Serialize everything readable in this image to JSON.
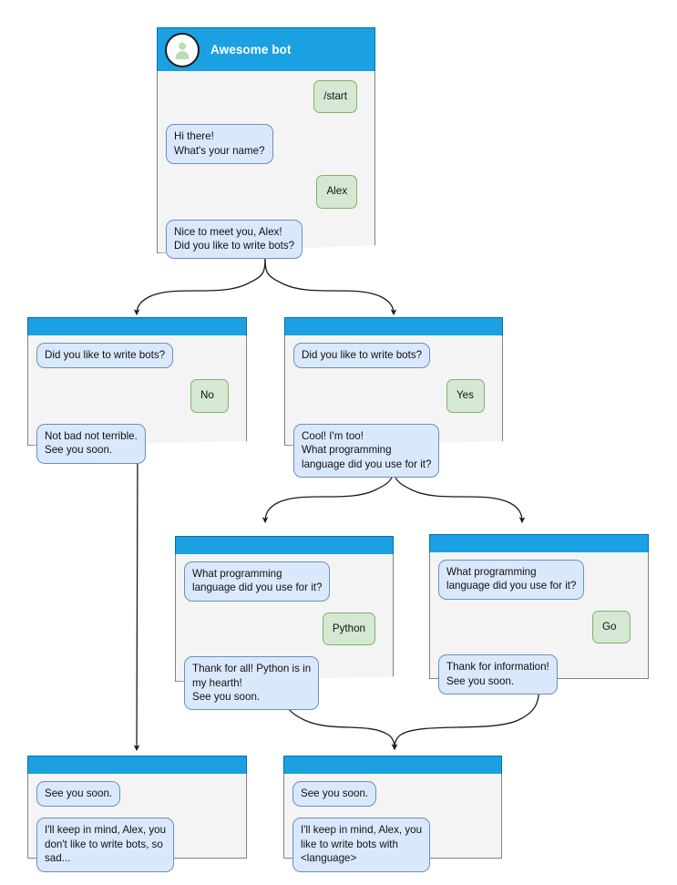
{
  "diagram": {
    "title": "Awesome bot chatbot conversation flow",
    "type": "flowchart",
    "colors": {
      "header_blue": "#1ba1e2",
      "header_border": "#006eaf",
      "node_background": "#f4f4f4",
      "node_border": "#828282",
      "bot_bubble_fill": "#dae8fc",
      "bot_bubble_border": "#6c8ebf",
      "user_bubble_fill": "#d5e8d4",
      "user_bubble_border": "#82b366",
      "avatar_figure": "#b9dcb4",
      "edge_color": "#1b1b1b",
      "canvas_background": "#ffffff"
    }
  },
  "nodes": {
    "root": {
      "id": "root",
      "header_title": "Awesome bot",
      "avatar_icon": "user-avatar-icon",
      "messages": [
        {
          "side": "user",
          "text": "/start"
        },
        {
          "side": "bot",
          "text": "Hi there!\nWhat's your name?"
        },
        {
          "side": "user",
          "text": "Alex"
        },
        {
          "side": "bot",
          "text": "Nice to meet you, Alex!\nDid you like to write bots?"
        }
      ]
    },
    "no_branch": {
      "id": "no-branch",
      "messages": [
        {
          "side": "prompt",
          "text": "Did you like to write bots?"
        },
        {
          "side": "user",
          "text": "No"
        },
        {
          "side": "bot",
          "text": "Not bad not terrible.\nSee you soon."
        }
      ]
    },
    "yes_branch": {
      "id": "yes-branch",
      "messages": [
        {
          "side": "prompt",
          "text": "Did you like to write bots?"
        },
        {
          "side": "user",
          "text": "Yes"
        },
        {
          "side": "bot",
          "text": "Cool! I'm too!\nWhat programming\nlanguage did you use for it?"
        }
      ]
    },
    "python_branch": {
      "id": "python-branch",
      "messages": [
        {
          "side": "prompt",
          "text": "What programming\nlanguage did you use for it?"
        },
        {
          "side": "user",
          "text": "Python"
        },
        {
          "side": "bot",
          "text": "Thank for all! Python is in\nmy hearth!\nSee you soon."
        }
      ]
    },
    "go_branch": {
      "id": "go-branch",
      "messages": [
        {
          "side": "prompt",
          "text": "What programming\nlanguage did you use for it?"
        },
        {
          "side": "user",
          "text": "Go"
        },
        {
          "side": "bot",
          "text": "Thank for information!\nSee you soon."
        }
      ]
    },
    "end_no": {
      "id": "end-no",
      "messages": [
        {
          "side": "prompt",
          "text": "See you soon."
        },
        {
          "side": "bot",
          "text": "I'll keep in mind, Alex, you\ndon't like to write bots, so\nsad..."
        }
      ]
    },
    "end_yes": {
      "id": "end-yes",
      "messages": [
        {
          "side": "prompt",
          "text": "See you soon."
        },
        {
          "side": "bot",
          "text": "I'll keep in mind, Alex, you\nlike to write bots with\n<language>"
        }
      ]
    }
  },
  "edges": [
    {
      "from": "root",
      "to": "no-branch",
      "style": "curved-split-left"
    },
    {
      "from": "root",
      "to": "yes-branch",
      "style": "curved-split-right"
    },
    {
      "from": "no-branch",
      "to": "end-no",
      "style": "straight-vertical"
    },
    {
      "from": "yes-branch",
      "to": "python-branch",
      "style": "curved-split-left"
    },
    {
      "from": "yes-branch",
      "to": "go-branch",
      "style": "curved-split-right"
    },
    {
      "from": "python-branch",
      "to": "end-yes",
      "style": "curved-merge-left"
    },
    {
      "from": "go-branch",
      "to": "end-yes",
      "style": "curved-merge-right"
    }
  ]
}
